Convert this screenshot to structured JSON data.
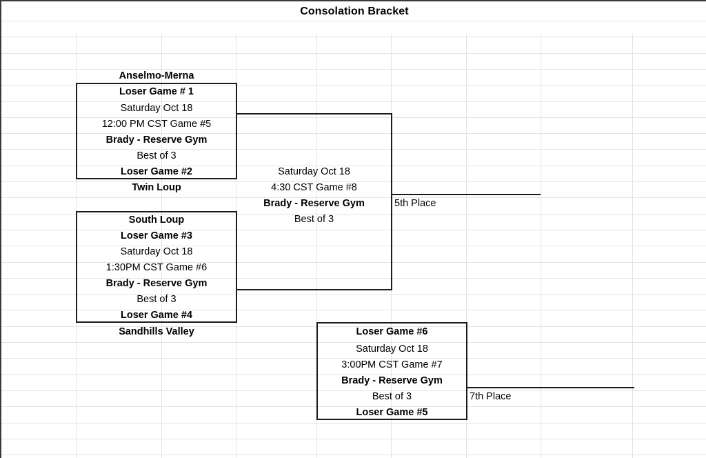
{
  "page": {
    "title": "Consolation Bracket",
    "document_type": "tournament-bracket-spreadsheet"
  },
  "colors": {
    "bracket_line": "#1b1b1b",
    "gridline": "#e4e4e4",
    "text": "#000000",
    "background": "#ffffff"
  },
  "bracket": {
    "matches": [
      {
        "id": "game-5",
        "seed_top": "Anselmo-Merna",
        "slot_top": "Loser Game # 1",
        "date": "Saturday Oct 18",
        "time_game": "12:00 PM CST  Game #5",
        "venue": "Brady - Reserve Gym",
        "format": "Best of 3",
        "slot_bottom": "Loser Game #2",
        "seed_bottom": "Twin Loup"
      },
      {
        "id": "game-6",
        "seed_top": "South Loup",
        "slot_top": "Loser Game #3",
        "date": "Saturday Oct 18",
        "time_game": "1:30PM CST Game #6",
        "venue": "Brady - Reserve Gym",
        "format": "Best of 3",
        "slot_bottom": "Loser Game #4",
        "seed_bottom": "Sandhills Valley"
      },
      {
        "id": "game-8",
        "date": "Saturday Oct 18",
        "time_game": "4:30 CST Game #8",
        "venue": "Brady - Reserve Gym",
        "format": "Best of 3",
        "result_label": "5th Place"
      },
      {
        "id": "game-7",
        "slot_top": "Loser Game #6",
        "date": "Saturday Oct 18",
        "time_game": "3:00PM CST Game #7",
        "venue": "Brady - Reserve Gym",
        "format": "Best of 3",
        "slot_bottom": "Loser Game #5",
        "result_label": "7th Place"
      }
    ],
    "placements": {
      "fifth": "5th Place",
      "seventh": "7th Place"
    }
  }
}
